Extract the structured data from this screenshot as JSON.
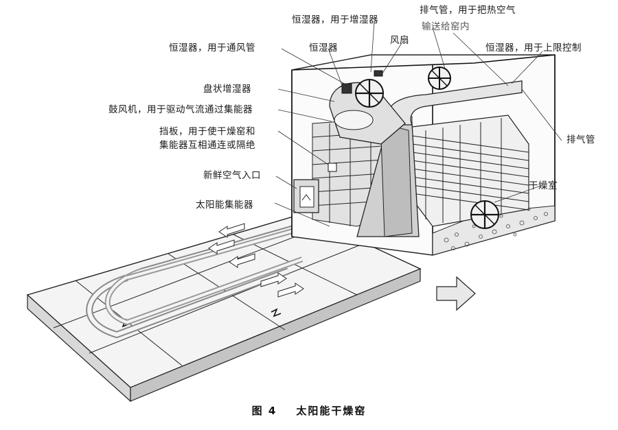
{
  "labels": {
    "humidistat_for_humidifier": "恒湿器，用于增湿器",
    "exhaust_pipe_hot_air": "排气管，用于把热空气",
    "exhaust_pipe_hot_air_2": "输送给窑内",
    "humidistat_vent": "恒湿器，用于通风管",
    "humidistat": "恒湿器",
    "fan": "风扇",
    "humidistat_upper_limit": "恒湿器，用于上限控制",
    "pan_humidifier": "盘状增湿器",
    "blower": "鼓风机，用于驱动气流通过集能器",
    "baffle_1": "挡板，用于使干燥窑和",
    "baffle_2": "集能器互相通连或隔绝",
    "exhaust_pipe": "排气管",
    "fresh_air_inlet": "新鲜空气入口",
    "drying_kiln": "干燥室",
    "solar_collector": "太阳能集能器"
  },
  "caption": {
    "number": "图 4",
    "title": "太阳能干燥窑"
  }
}
